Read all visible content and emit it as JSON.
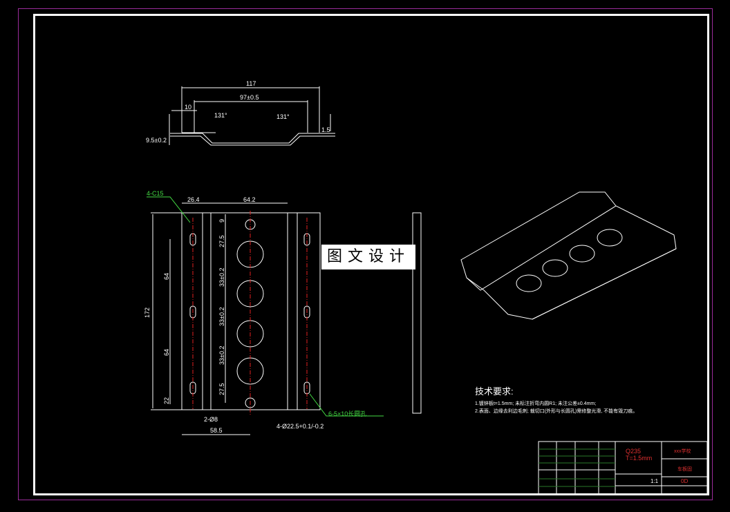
{
  "drawing": {
    "watermark": "图文设计",
    "top_view_dimensions": {
      "overall_width": "117",
      "inner_width": "97±0.5",
      "flange": "10",
      "angle_left": "131°",
      "angle_right": "131°",
      "height": "9.5±0.2",
      "thickness": "1.5"
    },
    "plan_view_dimensions": {
      "chamfer": "4-C15",
      "left_offset": "26.4",
      "center_width": "64.2",
      "overall_length": "172",
      "slot_pitch_1": "64",
      "slot_pitch_2": "64",
      "slot_bottom": "22",
      "hole_top": "9",
      "first_hole": "27.5",
      "pitch_1": "33±0.2",
      "pitch_2": "33±0.2",
      "pitch_3": "33±0.2",
      "last_hole": "27.5",
      "small_holes": "2-Ø8",
      "bottom_offset": "58.5",
      "large_holes": "4-Ø22.5+0.1/-0.2",
      "slots": "6-5×10长圆孔"
    },
    "colors": {
      "line": "#ffffff",
      "center_line": "#e02020",
      "leader": "#44dd44",
      "border": "#9b2c9b"
    }
  },
  "notes": {
    "title": "技术要求:",
    "lines": [
      "1.镀锌板t=1.5mm; 未标注折弯内圆R1; 未注公差±0.4mm;",
      "2.表面、边缘去利边毛刺; 裁切口(外形与长圆孔)需修整光滑, 不能有毁刀痕。"
    ]
  },
  "title_block": {
    "material": "Q235",
    "thickness": "T=1.5mm",
    "school": "xxx学校",
    "part_name": "车板固",
    "scale": "1:1",
    "sheet": "0D"
  }
}
